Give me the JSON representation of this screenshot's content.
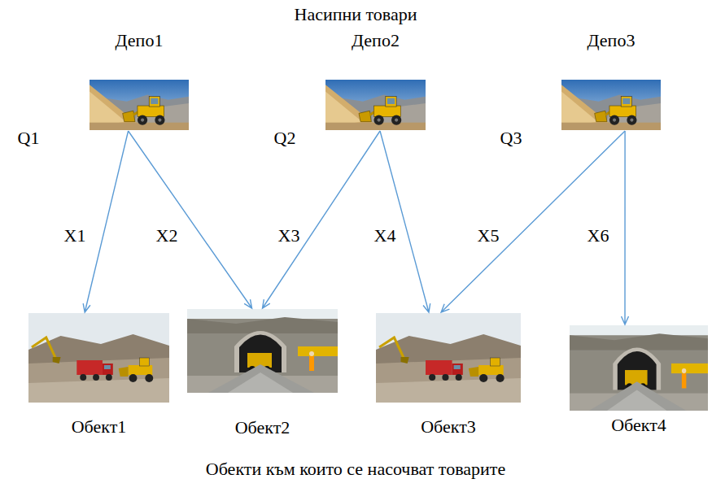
{
  "diagram": {
    "title": "Насипни товари",
    "caption": "Обекти към които се насочват товарите",
    "nodes": [
      {
        "text": [
          "Депо1"
        ]
      },
      {
        "text": [
          "Депо2"
        ]
      },
      {
        "text": [
          "Депо3"
        ]
      },
      {
        "text": [
          "Обект1"
        ]
      },
      {
        "text": [
          "Обект2"
        ]
      },
      {
        "text": [
          "Обект3"
        ]
      },
      {
        "text": [
          "Обект4"
        ]
      }
    ],
    "edges": [
      {
        "from": 0,
        "to": 3,
        "arrow": "to",
        "label": "X1"
      },
      {
        "from": 0,
        "to": 4,
        "arrow": "to",
        "label": "X2"
      },
      {
        "from": 1,
        "to": 4,
        "arrow": "to",
        "label": "X3"
      },
      {
        "from": 1,
        "to": 5,
        "arrow": "to",
        "label": "X4"
      },
      {
        "from": 2,
        "to": 5,
        "arrow": "to",
        "label": "X5"
      },
      {
        "from": 2,
        "to": 6,
        "arrow": "to",
        "label": "X6"
      }
    ],
    "labels": [
      "Q1",
      "Q2",
      "Q3"
    ]
  }
}
